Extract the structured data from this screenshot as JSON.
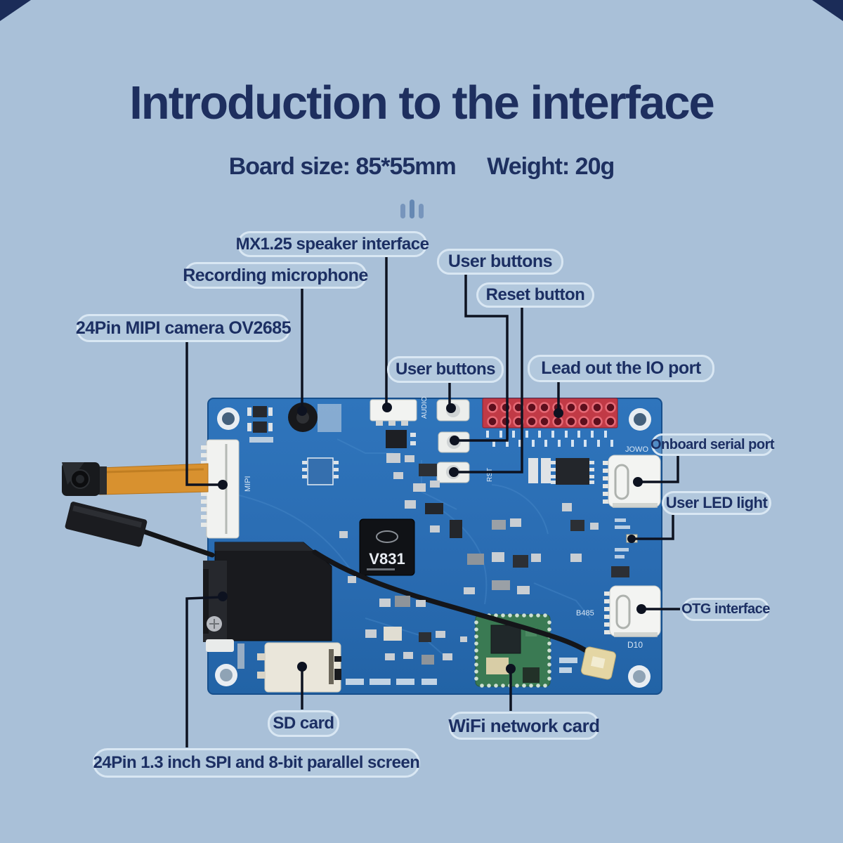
{
  "title": "Introduction to the interface",
  "subtitle_board": "Board size: 85*55mm",
  "subtitle_weight": "Weight: 20g",
  "labels": {
    "speaker": "MX1.25 speaker interface",
    "microphone": "Recording microphone",
    "user_buttons_top": "User buttons",
    "reset_button": "Reset button",
    "camera": "24Pin MIPI camera OV2685",
    "user_buttons_mid": "User buttons",
    "io_port": "Lead out the IO port",
    "serial_port": "Onboard serial port",
    "led": "User LED light",
    "otg": "OTG interface",
    "sd_card": "SD card",
    "wifi": "WiFi network card",
    "screen": "24Pin 1.3 inch SPI and 8-bit parallel screen"
  },
  "board_silkscreen": {
    "chip": "V831",
    "mipi": "MIPI",
    "audio": "AUDIO",
    "rst": "RST",
    "serial": "JOWO",
    "b485": "B485",
    "otg_port": "D10"
  },
  "colors": {
    "background": "#a9c0d8",
    "title_text": "#1e2f5f",
    "label_border": "#d9e7f3",
    "label_text": "#1c2f63",
    "pcb_blue": "#2e72b8",
    "io_header_red": "#c13a46",
    "wifi_green": "#3a7a53",
    "camera_cable_orange": "#d8912f",
    "line_color": "#0d1220"
  }
}
